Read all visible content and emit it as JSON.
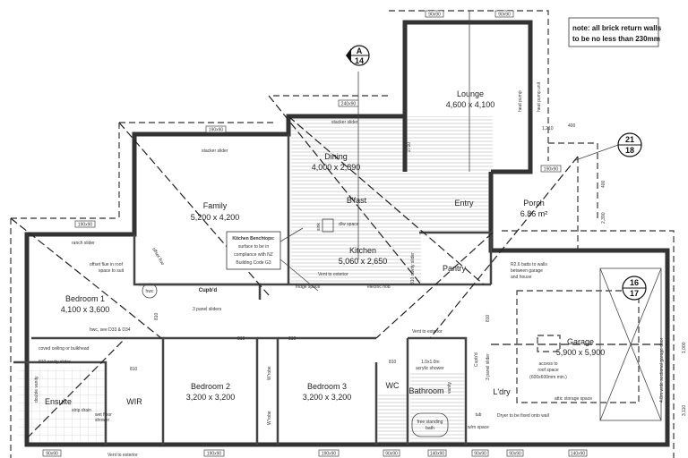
{
  "rooms": {
    "lounge": {
      "name": "Lounge",
      "size": "4,600 x 4,100"
    },
    "dining": {
      "name": "Dining",
      "size": "4,000 x 2,890"
    },
    "family": {
      "name": "Family",
      "size": "5,200 x 4,200"
    },
    "bfast": {
      "name": "B'fast"
    },
    "entry": {
      "name": "Entry"
    },
    "porch": {
      "name": "Porch",
      "size": "6.86 m²"
    },
    "kitchen": {
      "name": "Kitchen",
      "size": "5,060 x 2,650"
    },
    "pantry": {
      "name": "Pantry"
    },
    "bedroom1": {
      "name": "Bedroom 1",
      "size": "4,100 x 3,600"
    },
    "bedroom2": {
      "name": "Bedroom 2",
      "size": "3,200 x 3,200"
    },
    "bedroom3": {
      "name": "Bedroom 3",
      "size": "3,200 x 3,200"
    },
    "garage": {
      "name": "Garage",
      "size": "5,900 x 5,900"
    },
    "ensuite": {
      "name": "Ensuite"
    },
    "wir": {
      "name": "WIR"
    },
    "wc": {
      "name": "WC"
    },
    "bathroom": {
      "name": "Bathroom"
    },
    "laundry": {
      "name": "L'dry"
    },
    "cupbd": {
      "name": "Cupb'd"
    }
  },
  "notes": {
    "brick_line1": "note: all brick return walls",
    "brick_line2": "to be no less than 230mm",
    "benchtop_title": "Kitchen Benchtops:",
    "benchtop_l1": "surface to be in",
    "benchtop_l2": "compliance with NZ",
    "benchtop_l3": "Building Code G3",
    "stacker_slider": "stacker slider",
    "ranch_slider": "ranch slider",
    "offset_flue1": "offset flue in roof",
    "offset_flue2": "space to suit",
    "offset_flue": "offset flue",
    "hwc": "hwc",
    "hwc_note": "hwc, see D33 & D34",
    "three_panel_sliders": "3 panel sliders",
    "coved": "coved ceiling or bulkhead",
    "cavity_slider": "810 cavity slider",
    "strip_drain": "strip drain",
    "wet_floor1": "wet floor",
    "wet_floor2": "shower",
    "double_vanity": "double vanity",
    "vent_exterior": "Vent to exterior",
    "fridge": "fridge space",
    "electric_hob": "electric hob",
    "sink": "sink",
    "dw_space": "d/w space",
    "cavity_slider_v": "810 cavity slider",
    "heat_pump": "heat pump",
    "heat_pump_unit": "heat pump unit",
    "shower1": "1.0x1.0m",
    "shower2": "acrylic shower",
    "vanity": "vanity",
    "free_bath1": "free standing",
    "free_bath2": "bath",
    "wm_space": "w/m space",
    "tub": "tub",
    "dryer": "Dryer to be fixed onto wall",
    "batts1": "R2.6 batts to walls",
    "batts2": "between garage",
    "batts3": "and house",
    "access1": "access to",
    "access2": "roof space",
    "access3": "(600x600mm min.)",
    "attic": "attic storage space",
    "garage_door": "4.8m wide sectional garage door",
    "three_panel_slider_v": "3 panel slider",
    "wrobe": "W'robe"
  },
  "dimensions": {
    "d810": "810",
    "d2710": "2710",
    "d1210": "1,210",
    "d400": "400",
    "d2390": "2,390",
    "d3110": "3,110",
    "d1000": "1,000"
  },
  "window_tags": {
    "w90x90": "90x90",
    "w190x90": "190x90",
    "w240x90": "240x90",
    "w140x90": "140x90"
  },
  "section_markers": {
    "a_top": "A",
    "a_bottom": "14",
    "m21_top": "21",
    "m21_bottom": "18",
    "m16_top": "16",
    "m16_bottom": "17"
  }
}
